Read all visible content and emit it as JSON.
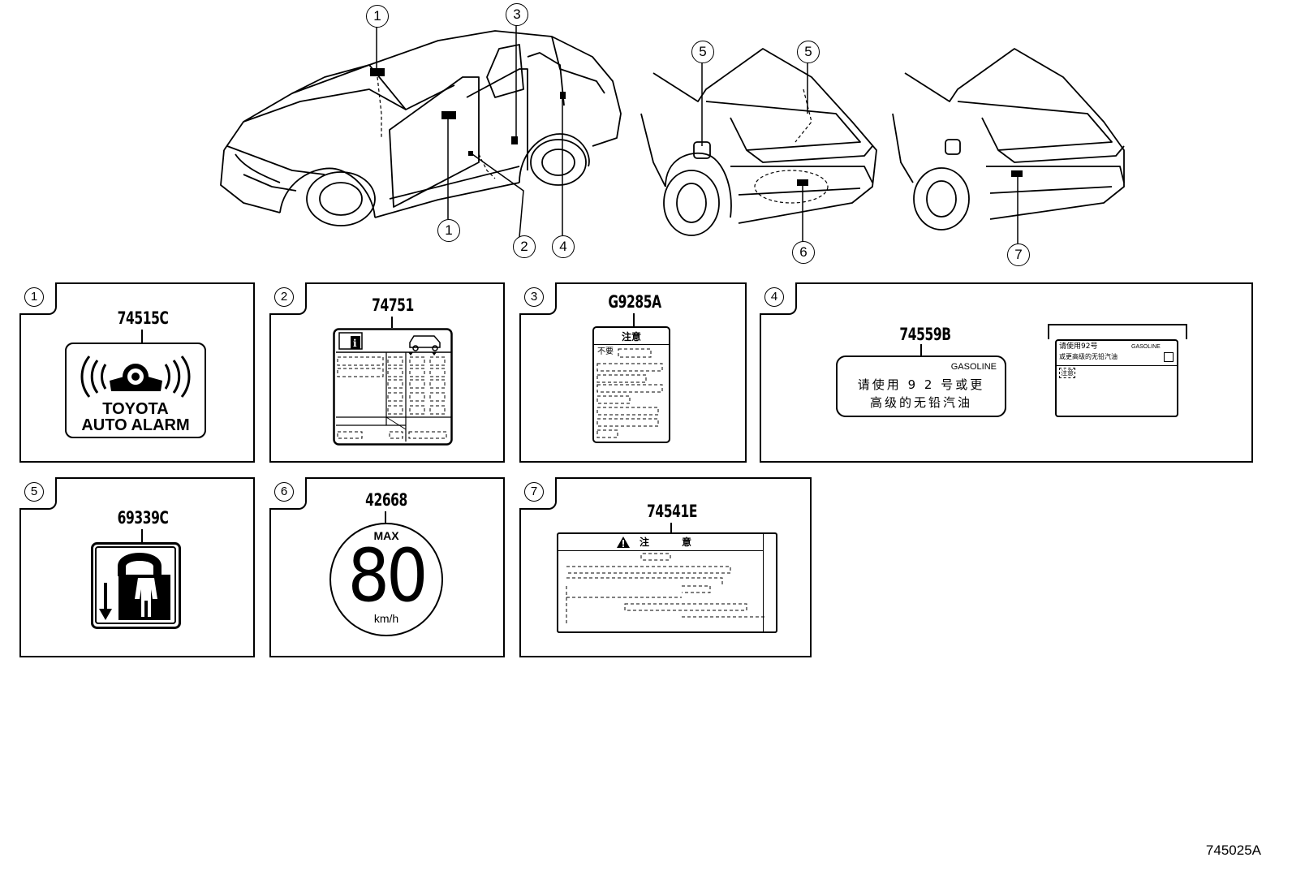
{
  "overview": {
    "callouts": [
      "1",
      "3",
      "1",
      "2",
      "4",
      "5",
      "5",
      "6",
      "7"
    ]
  },
  "panels": [
    {
      "index": "1",
      "part_number": "74515C",
      "label_lines": [
        "TOYOTA",
        "AUTO ALARM"
      ]
    },
    {
      "index": "2",
      "part_number": "74751"
    },
    {
      "index": "3",
      "part_number": "G9285A",
      "header": "注意",
      "first_row": "不要"
    },
    {
      "index": "4",
      "part_number": "74559B",
      "fuel": "GASOLINE",
      "lines": [
        "请使用 9 2 号或更",
        "高级的无铅汽油"
      ],
      "small_lines": [
        "请使用92号",
        "或更高级的无铅汽油"
      ],
      "small_fuel": "GASOLINE",
      "small_note": "注意"
    },
    {
      "index": "5",
      "part_number": "69339C"
    },
    {
      "index": "6",
      "part_number": "42668",
      "top": "MAX",
      "value": "80",
      "unit": "km/h"
    },
    {
      "index": "7",
      "part_number": "74541E",
      "header": "注　意"
    }
  ],
  "drawing_code": "745025A",
  "colors": {
    "line": "#000000",
    "background": "#ffffff"
  }
}
